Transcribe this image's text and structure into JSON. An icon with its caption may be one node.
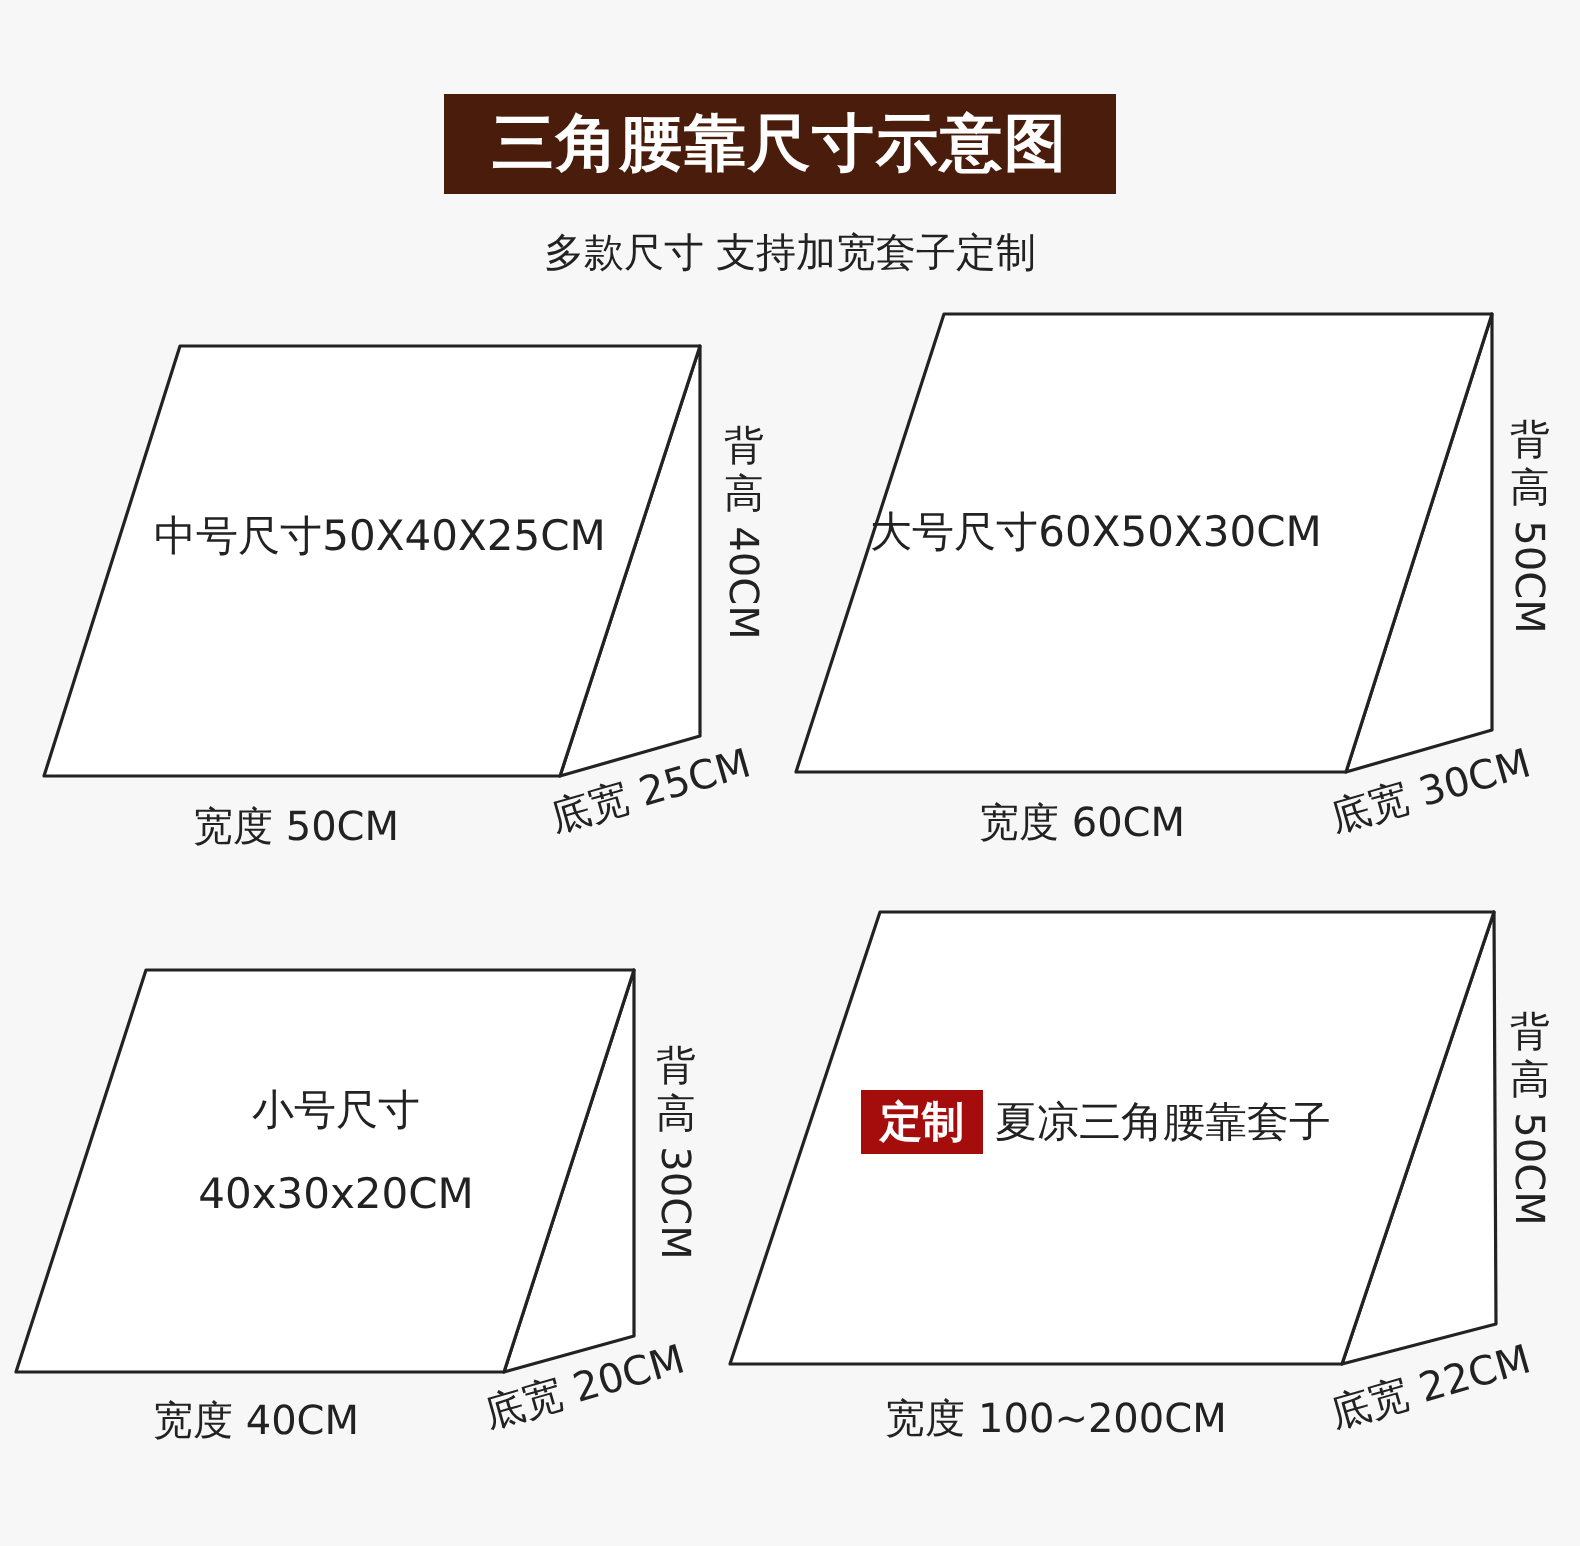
{
  "diagram": {
    "title": "三角腰靠尺寸示意图",
    "nodes": [
      {
        "text": [
          "中号尺寸50X40X25CM"
        ],
        "beside": [
          "宽度 50CM",
          "底宽 25CM",
          "背高 40CM"
        ]
      },
      {
        "text": [
          "大号尺寸60X50X30CM"
        ],
        "beside": [
          "宽度 60CM",
          "底宽 30CM",
          "背高 50CM"
        ]
      },
      {
        "text": [
          "小号尺寸",
          "40x30x20CM"
        ],
        "beside": [
          "宽度 40CM",
          "底宽 20CM",
          "背高 30CM"
        ]
      },
      {
        "text": [
          "夏凉三角腰靠套子"
        ],
        "beside": [
          "宽度 100~200CM",
          "底宽 22CM",
          "背高 50CM"
        ]
      },
      {
        "text": [
          "定制"
        ],
        "in": 3
      }
    ],
    "labels": [
      "多款尺寸 支持加宽套子定制"
    ]
  }
}
